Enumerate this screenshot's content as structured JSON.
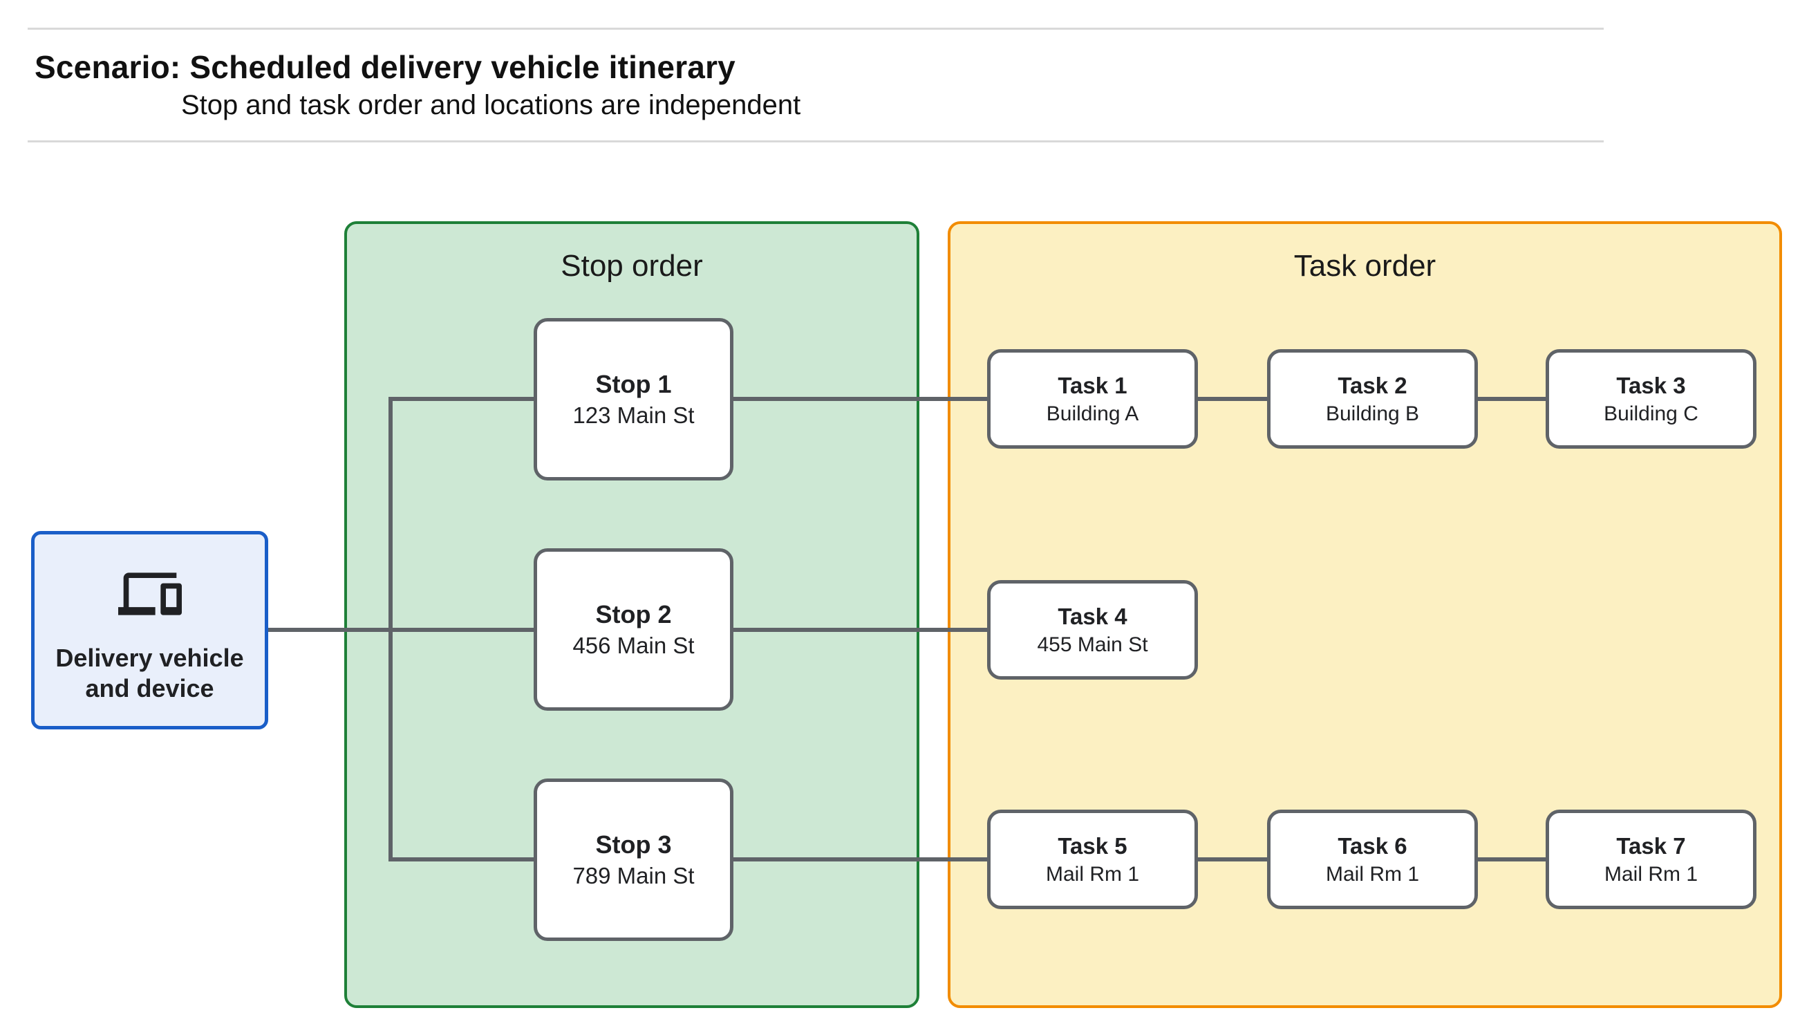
{
  "header": {
    "title": "Scenario: Scheduled delivery vehicle itinerary",
    "subtitle": "Stop and task order and locations are independent"
  },
  "source": {
    "label": "Delivery vehicle and device",
    "icon": "devices-icon",
    "fill_color": "#e9effb",
    "border_color": "#1a5ec8"
  },
  "panels": {
    "stop": {
      "title": "Stop order",
      "fill_color": "#cde8d4",
      "border_color": "#1e8038"
    },
    "task": {
      "title": "Task order",
      "fill_color": "#fcf0c2",
      "border_color": "#f28c00"
    }
  },
  "connector_color": "#5f6368",
  "stops": [
    {
      "name": "Stop 1",
      "location": "123 Main St"
    },
    {
      "name": "Stop 2",
      "location": "456 Main St"
    },
    {
      "name": "Stop 3",
      "location": "789 Main St"
    }
  ],
  "tasks": [
    {
      "name": "Task 1",
      "location": "Building A"
    },
    {
      "name": "Task 2",
      "location": "Building B"
    },
    {
      "name": "Task 3",
      "location": "Building C"
    },
    {
      "name": "Task 4",
      "location": "455 Main St"
    },
    {
      "name": "Task 5",
      "location": "Mail Rm 1"
    },
    {
      "name": "Task 6",
      "location": "Mail Rm 1"
    },
    {
      "name": "Task 7",
      "location": "Mail Rm 1"
    }
  ],
  "connections": [
    {
      "from": "Delivery vehicle and device",
      "to": "Stop 2"
    },
    {
      "from": "Delivery vehicle and device",
      "to": "Stop 1"
    },
    {
      "from": "Delivery vehicle and device",
      "to": "Stop 3"
    },
    {
      "from": "Stop 1",
      "to": "Task 1"
    },
    {
      "from": "Task 1",
      "to": "Task 2"
    },
    {
      "from": "Task 2",
      "to": "Task 3"
    },
    {
      "from": "Stop 2",
      "to": "Task 4"
    },
    {
      "from": "Stop 3",
      "to": "Task 5"
    },
    {
      "from": "Task 5",
      "to": "Task 6"
    },
    {
      "from": "Task 6",
      "to": "Task 7"
    }
  ]
}
